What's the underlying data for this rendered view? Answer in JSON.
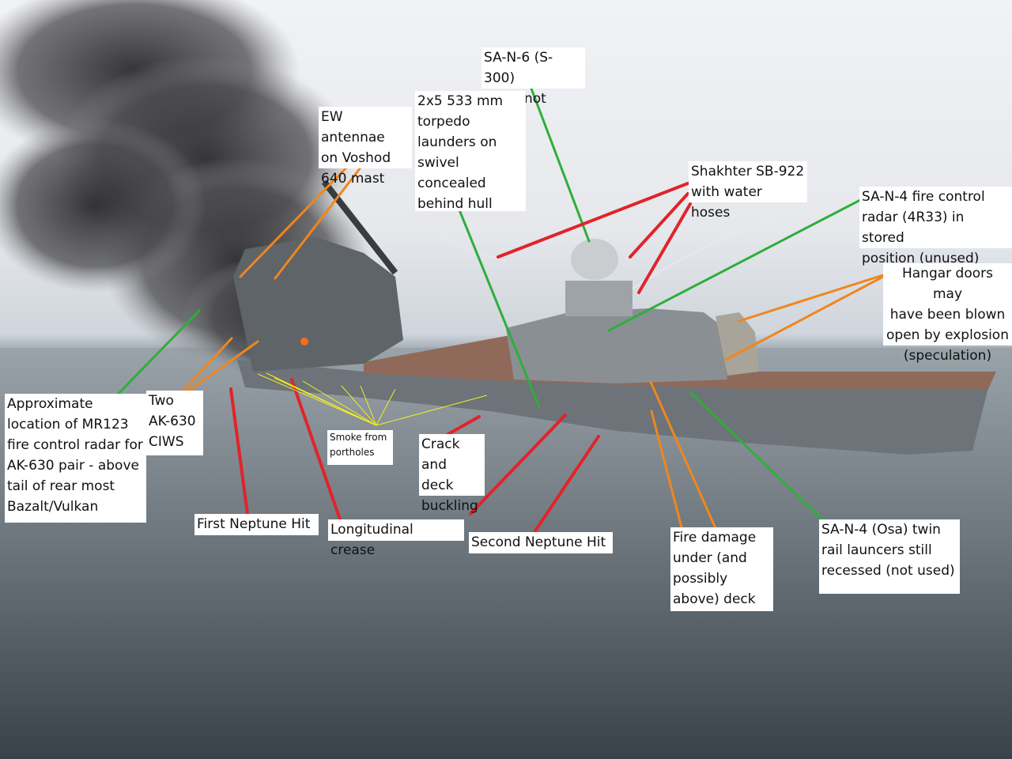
{
  "annotation_colors": {
    "hit_damage": "#e0242a",
    "weapons_systems": "#f0861e",
    "fire_control_radar": "#2fae3a",
    "smoke_pointer": "#f2ee20"
  },
  "labels": {
    "sa_n_6": "SA-N-6 (S-300)\nradar not used",
    "torpedo": "2x5 533 mm\ntorpedo\nlaunders on\nswivel\nconcealed\nbehind hull",
    "ew_antennae": "EW antennae\non Voshod\n640 mast",
    "shakhter": "Shakhter SB-922\nwith water hoses",
    "sa_n_4_radar": "SA-N-4 fire control\nradar (4R33) in stored\nposition (unused)",
    "hangar": "Hangar doors may\nhave been blown\nopen by explosion\n(speculation)",
    "mr123": "Approximate\nlocation of MR123\nfire control radar for\nAK-630 pair - above\ntail of rear most\nBazalt/Vulkan",
    "ak630": "Two\nAK-630\nCIWS",
    "smoke": "Smoke from\nportholes",
    "crack": "Crack\nand deck\nbuckling",
    "first_hit": "First Neptune Hit",
    "crease": "Longitudinal crease",
    "second_hit": "Second Neptune Hit",
    "fire_damage": "Fire damage\nunder (and\npossibly\nabove) deck",
    "osa": "SA-N-4 (Osa) twin\nrail launcers still\nrecessed (not used)"
  }
}
